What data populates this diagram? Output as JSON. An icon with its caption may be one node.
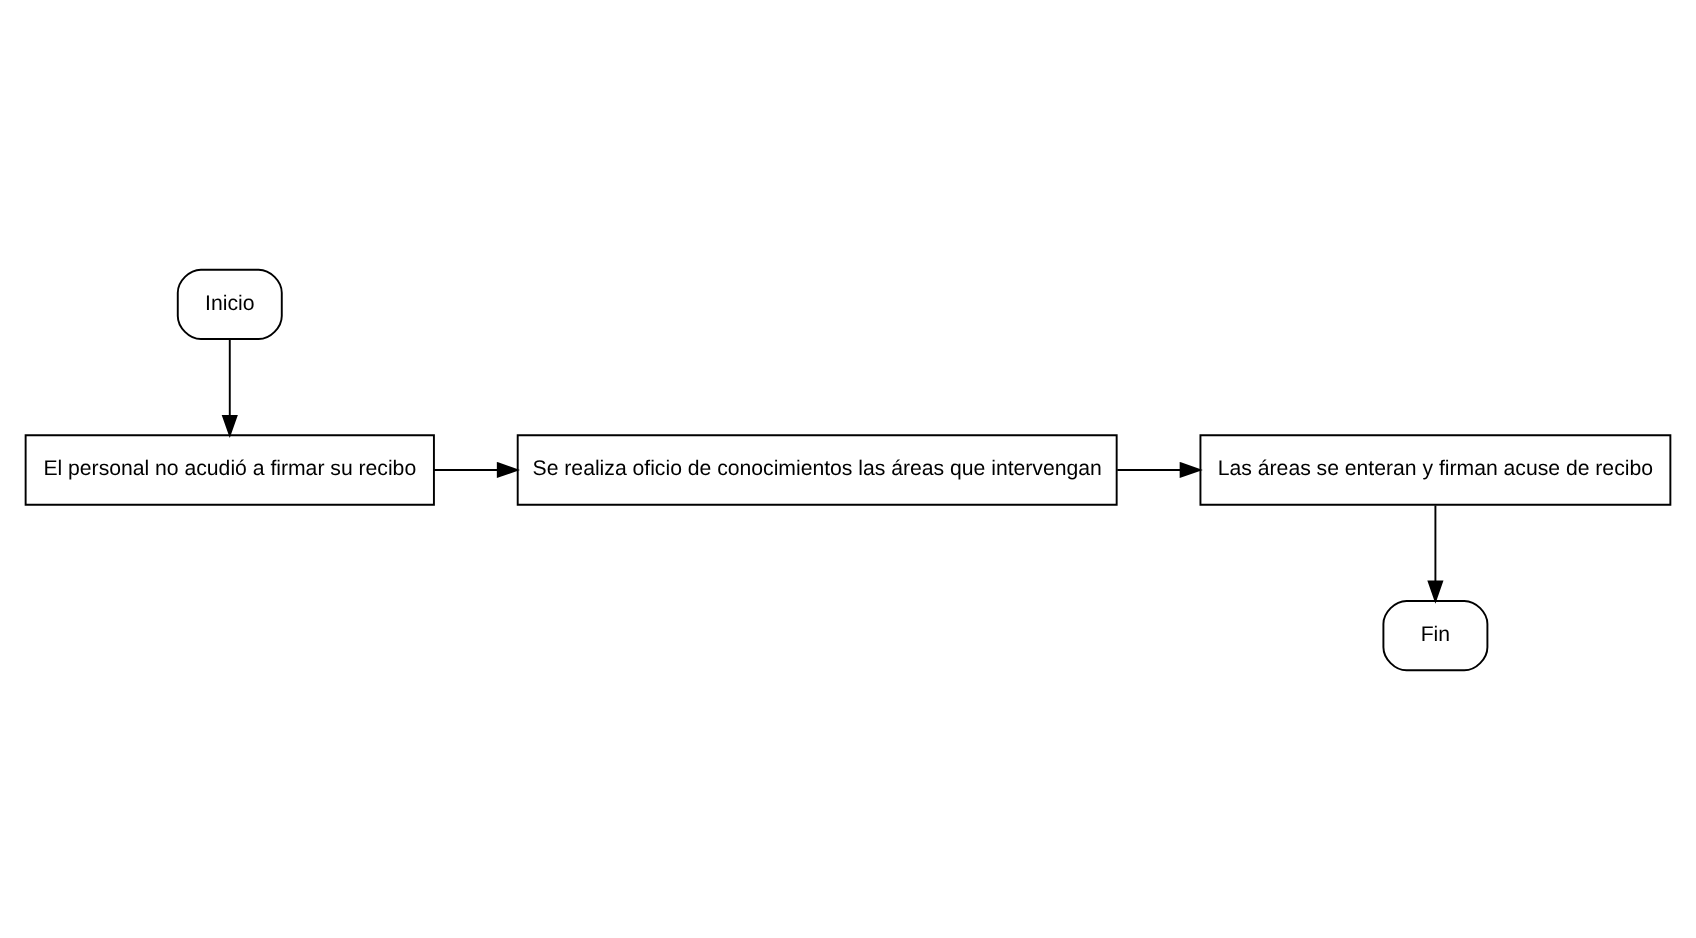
{
  "diagram": {
    "nodes": [
      {
        "text": [
          "Inicio"
        ]
      },
      {
        "text": [
          "El personal no acudió a firmar su recibo"
        ]
      },
      {
        "text": [
          "Se realiza oficio de conocimientos las áreas que intervengan"
        ]
      },
      {
        "text": [
          "Las áreas se enteran y firman acuse de recibo"
        ]
      },
      {
        "text": [
          "Fin"
        ]
      }
    ],
    "edges": [
      {
        "from": 0,
        "to": 1,
        "arrow": "to"
      },
      {
        "from": 1,
        "to": 2,
        "arrow": "to"
      },
      {
        "from": 2,
        "to": 3,
        "arrow": "to"
      },
      {
        "from": 3,
        "to": 4,
        "arrow": "to"
      }
    ]
  }
}
